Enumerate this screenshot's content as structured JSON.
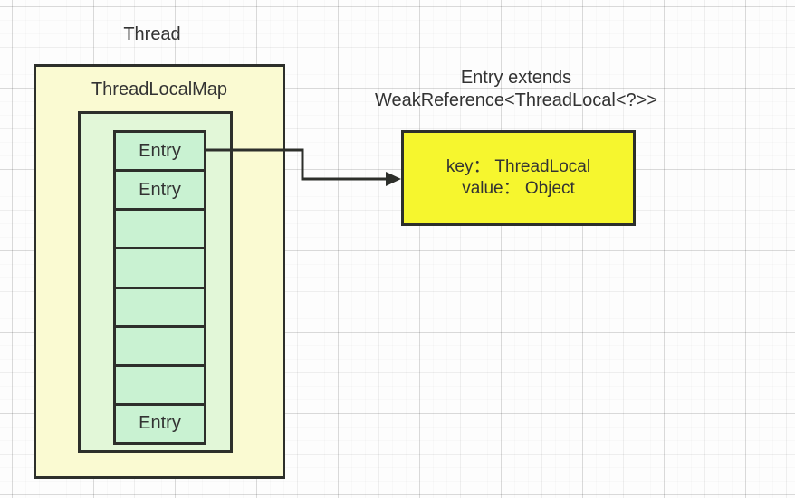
{
  "diagram": {
    "thread_label": "Thread",
    "map_label": "ThreadLocalMap",
    "cells": [
      {
        "label": "Entry"
      },
      {
        "label": "Entry"
      },
      {
        "label": ""
      },
      {
        "label": ""
      },
      {
        "label": ""
      },
      {
        "label": ""
      },
      {
        "label": ""
      },
      {
        "label": "Entry"
      }
    ],
    "entry_title_line1": "Entry extends",
    "entry_title_line2": "WeakReference<ThreadLocal<?>>",
    "entry_box": {
      "line1": "key： ThreadLocal",
      "line2": "value： Object"
    },
    "colors": {
      "outer_box_fill": "#fafad2",
      "inner_box_fill": "#e2f7d8",
      "cell_fill": "#c9f2d2",
      "detail_box_fill": "#f6f62e",
      "border": "#2d2f2b",
      "text": "#333333"
    }
  }
}
